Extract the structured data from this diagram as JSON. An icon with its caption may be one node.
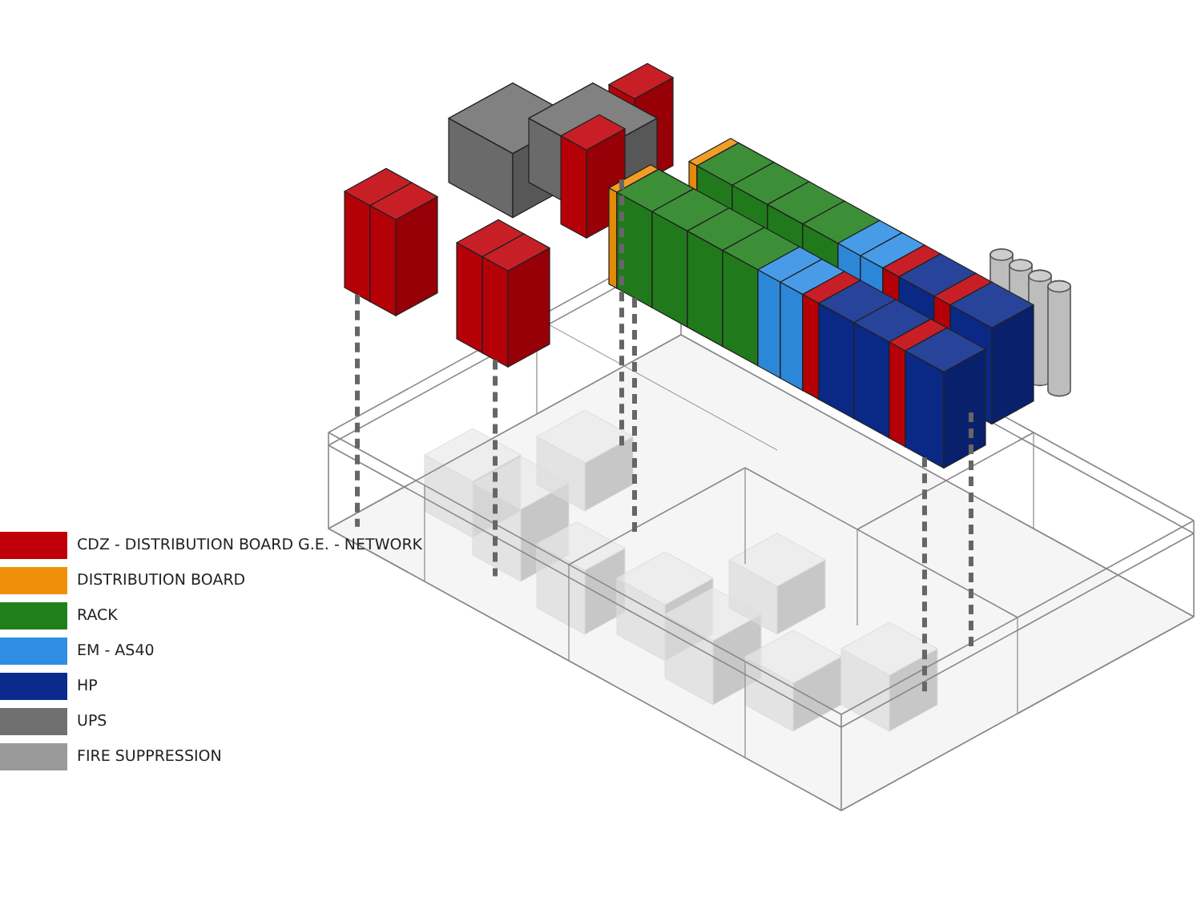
{
  "diagram": {
    "legend": [
      {
        "text": "CDZ - DISTRIBUTION BOARD G.E. - NETWORK",
        "color": "#c00008"
      },
      {
        "text": "DISTRIBUTION BOARD",
        "color": "#f0900a"
      },
      {
        "text": "RACK",
        "color": "#22801c"
      },
      {
        "text": "EM - AS40",
        "color": "#2f8ee4"
      },
      {
        "text": "HP",
        "color": "#0b2a8c"
      },
      {
        "text": "UPS",
        "color": "#707070"
      },
      {
        "text": "FIRE SUPPRESSION",
        "color": "#9a9a9a"
      }
    ]
  }
}
